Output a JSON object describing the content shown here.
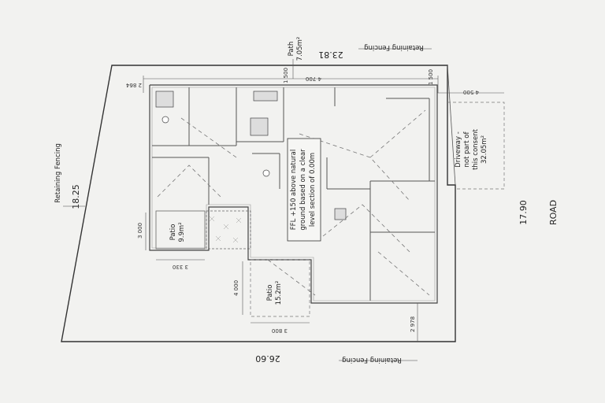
{
  "boundary": {
    "top_length": "23.81",
    "left_length": "18.25",
    "right_length": "17.90",
    "bottom_length": "26.60"
  },
  "labels": {
    "retaining_fencing_top": "Retaining Fencing",
    "retaining_fencing_left": "Retaining Fencing",
    "retaining_fencing_bottom": "Retaining Fencing",
    "road": "ROAD",
    "path_name": "Path",
    "path_area": "7.05m²",
    "driveway_line1": "Driveway -",
    "driveway_line2": "not part of",
    "driveway_line3": "this consent",
    "driveway_line4": "32.05m²",
    "patio1_name": "Patio",
    "patio1_area": "9.9m²",
    "patio2_name": "Patio",
    "patio2_area": "15.2m²",
    "ffl_line1": "FFL +150 above natural",
    "ffl_line2": "ground based on a clear",
    "ffl_line3": "level section of 0.00m"
  },
  "dimensions": {
    "top_left_offset": "2 864",
    "path_offset": "1 500",
    "top_run": "4 700",
    "top_right_offset": "1 500",
    "right_setback": "4 500",
    "patio1_height": "3 000",
    "patio1_width": "3 330",
    "patio2_height": "4 000",
    "patio2_width": "3 800",
    "bottom_offset": "2 978"
  }
}
